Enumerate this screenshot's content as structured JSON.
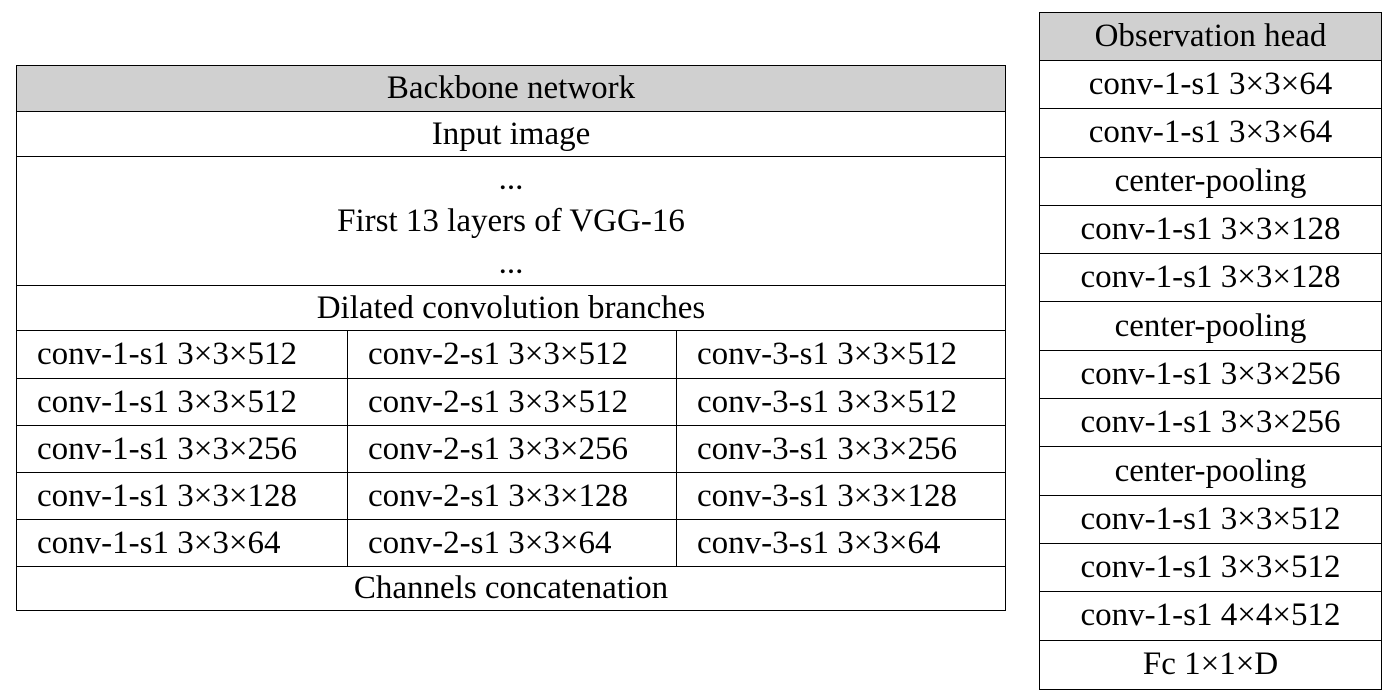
{
  "backbone": {
    "header": "Backbone network",
    "input": "Input image",
    "vgg_dots_top": "...",
    "vgg_label": "First 13 layers of VGG-16",
    "vgg_dots_bottom": "...",
    "dilated": "Dilated convolution branches",
    "branches": [
      [
        "conv-1-s1 3×3×512",
        "conv-2-s1 3×3×512",
        "conv-3-s1 3×3×512"
      ],
      [
        "conv-1-s1 3×3×512",
        "conv-2-s1 3×3×512",
        "conv-3-s1 3×3×512"
      ],
      [
        "conv-1-s1 3×3×256",
        "conv-2-s1 3×3×256",
        "conv-3-s1 3×3×256"
      ],
      [
        "conv-1-s1 3×3×128",
        "conv-2-s1 3×3×128",
        "conv-3-s1 3×3×128"
      ],
      [
        "conv-1-s1 3×3×64",
        "conv-2-s1 3×3×64",
        "conv-3-s1 3×3×64"
      ]
    ],
    "concat": "Channels concatenation"
  },
  "observation": {
    "header": "Observation head",
    "layers": [
      "conv-1-s1 3×3×64",
      "conv-1-s1 3×3×64",
      "center-pooling",
      "conv-1-s1 3×3×128",
      "conv-1-s1 3×3×128",
      "center-pooling",
      "conv-1-s1 3×3×256",
      "conv-1-s1 3×3×256",
      "center-pooling",
      "conv-1-s1 3×3×512",
      "conv-1-s1 3×3×512",
      "conv-1-s1 4×4×512",
      "Fc 1×1×D"
    ]
  }
}
